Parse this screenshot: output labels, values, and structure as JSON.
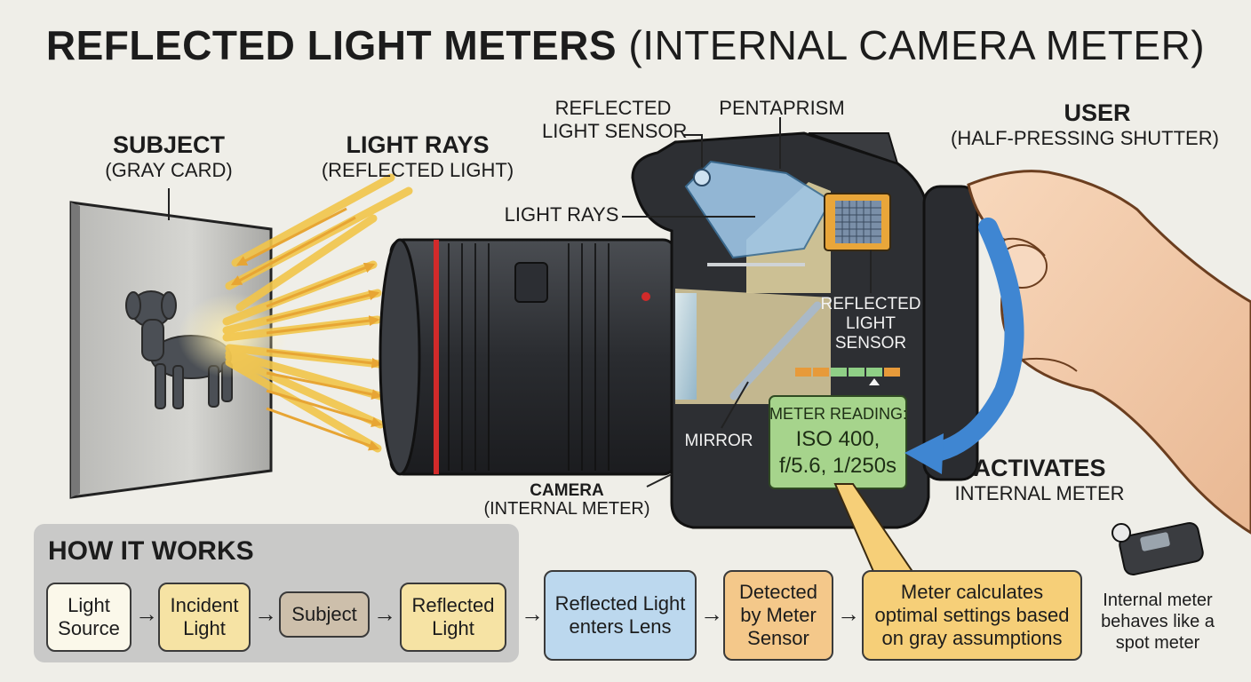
{
  "title": {
    "bold": "REFLECTED LIGHT METERS",
    "regular": "(INTERNAL CAMERA METER)"
  },
  "labels": {
    "subject": "SUBJECT",
    "subject_sub": "(GRAY CARD)",
    "rays": "LIGHT RAYS",
    "rays_sub": "(REFLECTED LIGHT)",
    "sensor_top_1": "REFLECTED",
    "sensor_top_2": "LIGHT SENSOR",
    "pentaprism": "PENTAPRISM",
    "rays_inner": "LIGHT RAYS",
    "sensor_right_1": "REFLECTED",
    "sensor_right_2": "LIGHT",
    "sensor_right_3": "SENSOR",
    "mirror": "MIRROR",
    "camera": "CAMERA",
    "camera_sub": "(INTERNAL METER)",
    "user": "USER",
    "user_sub": "(HALF-PRESSING SHUTTER)",
    "activates": "ACTIVATES",
    "activates_sub": "INTERNAL METER"
  },
  "meter": {
    "heading": "METER READING:",
    "line1": "ISO 400,",
    "line2": "f/5.6, 1/250s"
  },
  "how": {
    "title": "HOW IT WORKS",
    "steps": [
      "Light Source",
      "Incident Light",
      "Subject",
      "Reflected Light",
      "Reflected Light enters Lens",
      "Detected by Meter Sensor",
      "Meter calculates optimal settings based on gray assumptions"
    ],
    "note": "Internal meter behaves like a spot meter"
  },
  "colors": {
    "background": "#efeee8",
    "step_cream": "#fbf8ea",
    "step_yellow": "#f6e3a4",
    "step_taupe": "#cdbfab",
    "step_blue": "#bcd8ee",
    "step_orange": "#f4c88a",
    "step_yellow_orange": "#f6cf78",
    "meter_green": "#a6d48c",
    "ray_yellow": "#f2c54a",
    "arrow_blue": "#3f86d2"
  }
}
